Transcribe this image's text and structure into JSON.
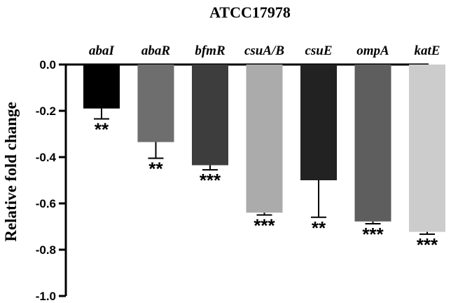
{
  "chart_data": {
    "type": "bar",
    "title": "ATCC17978",
    "ylabel": "Relative fold change",
    "xlabel": "",
    "ylim": [
      -1.0,
      0.0
    ],
    "yticks": [
      "0.0",
      "-0.2",
      "-0.4",
      "-0.6",
      "-0.8",
      "-1.0"
    ],
    "ytick_values": [
      0.0,
      -0.2,
      -0.4,
      -0.6,
      -0.8,
      -1.0
    ],
    "categories": [
      "abaI",
      "abaR",
      "bfmR",
      "csuA/B",
      "csuE",
      "ompA",
      "katE"
    ],
    "values": [
      -0.19,
      -0.335,
      -0.435,
      -0.64,
      -0.5,
      -0.678,
      -0.723
    ],
    "errors": [
      0.045,
      0.07,
      0.02,
      0.01,
      0.16,
      0.01,
      0.01
    ],
    "significance": [
      "**",
      "**",
      "***",
      "***",
      "**",
      "***",
      "***"
    ],
    "colors": [
      "#000000",
      "#6e6e6e",
      "#3d3d3d",
      "#ababab",
      "#222222",
      "#5e5e5e",
      "#cccccc"
    ],
    "category_label_position": "top",
    "grid": false,
    "legend": "none"
  }
}
